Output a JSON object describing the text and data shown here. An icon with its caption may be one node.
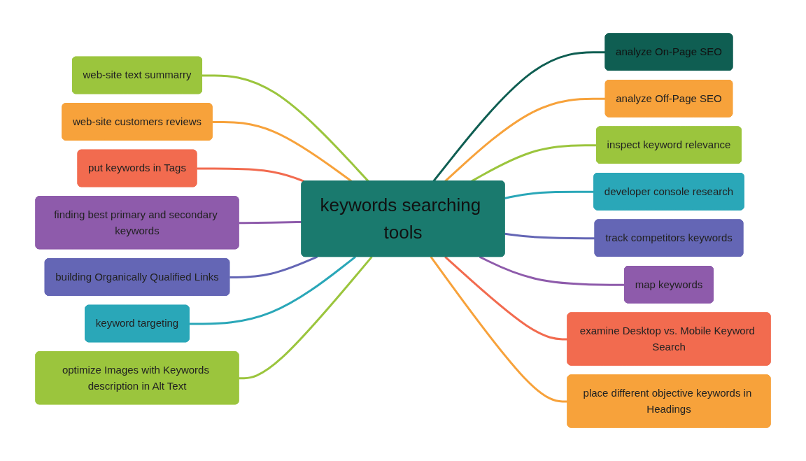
{
  "diagram": {
    "nodes": [
      {
        "text": [
          "keywords searching tools"
        ]
      },
      {
        "text": [
          "web-site text summarry"
        ]
      },
      {
        "text": [
          "web-site customers reviews"
        ]
      },
      {
        "text": [
          "put keywords in Tags"
        ]
      },
      {
        "text": [
          "finding best primary and secondary keywords"
        ]
      },
      {
        "text": [
          "building Organically Qualified Links"
        ]
      },
      {
        "text": [
          "keyword targeting"
        ]
      },
      {
        "text": [
          "optimize Images with Keywords description in Alt Text"
        ]
      },
      {
        "text": [
          "analyze On-Page SEO"
        ]
      },
      {
        "text": [
          "analyze Off-Page SEO"
        ]
      },
      {
        "text": [
          "inspect keyword relevance"
        ]
      },
      {
        "text": [
          "developer console research"
        ]
      },
      {
        "text": [
          "track competitors keywords"
        ]
      },
      {
        "text": [
          "map keywords"
        ]
      },
      {
        "text": [
          "examine Desktop vs. Mobile Keyword Search"
        ]
      },
      {
        "text": [
          "place different objective keywords in Headings"
        ]
      }
    ],
    "edges": [
      {
        "from": 0,
        "to": 1,
        "arrow": "none",
        "color": "#9bc53d"
      },
      {
        "from": 0,
        "to": 2,
        "arrow": "none",
        "color": "#f7a23b"
      },
      {
        "from": 0,
        "to": 3,
        "arrow": "none",
        "color": "#f26b4f"
      },
      {
        "from": 0,
        "to": 4,
        "arrow": "none",
        "color": "#8e5bab"
      },
      {
        "from": 0,
        "to": 5,
        "arrow": "none",
        "color": "#6466b5"
      },
      {
        "from": 0,
        "to": 6,
        "arrow": "none",
        "color": "#2aa7b8"
      },
      {
        "from": 0,
        "to": 7,
        "arrow": "none",
        "color": "#9bc53d"
      },
      {
        "from": 0,
        "to": 8,
        "arrow": "none",
        "color": "#0f5e52"
      },
      {
        "from": 0,
        "to": 9,
        "arrow": "none",
        "color": "#f7a23b"
      },
      {
        "from": 0,
        "to": 10,
        "arrow": "none",
        "color": "#9bc53d"
      },
      {
        "from": 0,
        "to": 11,
        "arrow": "none",
        "color": "#2aa7b8"
      },
      {
        "from": 0,
        "to": 12,
        "arrow": "none",
        "color": "#6466b5"
      },
      {
        "from": 0,
        "to": 13,
        "arrow": "none",
        "color": "#8e5bab"
      },
      {
        "from": 0,
        "to": 14,
        "arrow": "none",
        "color": "#f26b4f"
      },
      {
        "from": 0,
        "to": 15,
        "arrow": "none",
        "color": "#f7a23b"
      }
    ]
  }
}
